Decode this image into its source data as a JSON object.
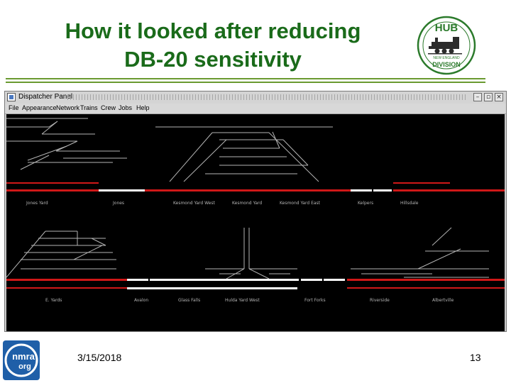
{
  "slide": {
    "title_line1": "How it looked after reducing",
    "title_line2": "DB-20 sensitivity",
    "date": "3/15/2018",
    "page_number": "13"
  },
  "logos": {
    "hub_top": "HUB",
    "hub_sub": "NEW ENGLAND",
    "hub_bottom": "DIVISION",
    "nmra_line1": "nmra",
    "nmra_line2": "org"
  },
  "window": {
    "title": "Dispatcher Panel",
    "menu": [
      "File",
      "Appearance",
      "Network",
      "Trains",
      "Crew",
      "Jobs",
      "Help"
    ]
  },
  "colors": {
    "title_green": "#1a6b1a",
    "rule_green": "#6a9a30",
    "track_occupied": "#d01818",
    "track_clear": "#ffffff",
    "track_idle": "#b4b4b4"
  },
  "stations_top": [
    "Jones Yard",
    "Jones",
    "Kesmond Yard West",
    "Kesmond Yard",
    "Kesmond Yard East",
    "Kelpers",
    "Hillsdale"
  ],
  "stations_bottom": [
    "E. Yards",
    "Avalon",
    "Glass Falls",
    "Hulda Yard West",
    "Fort Forks",
    "Riverside",
    "Albertville"
  ]
}
